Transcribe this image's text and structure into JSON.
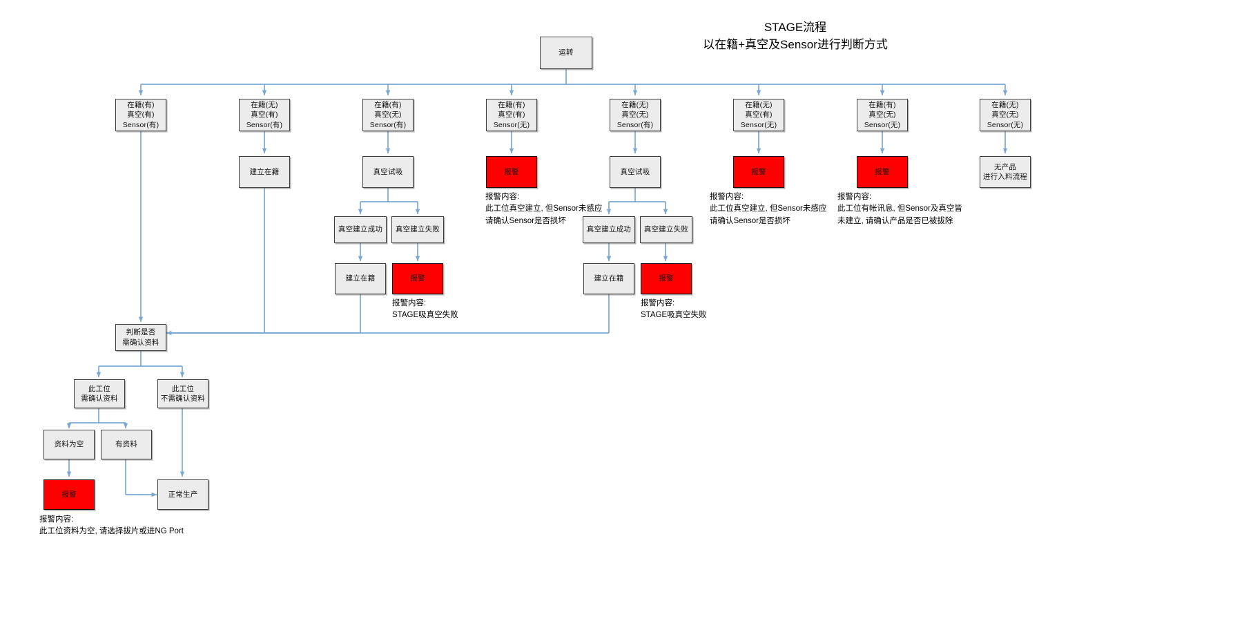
{
  "diagram": {
    "title_line1": "STAGE流程",
    "title_line2": "以在籍+真空及Sensor进行判断方式",
    "colors": {
      "node_fill": "#ececec",
      "node_border": "#3d3d3d",
      "alarm_fill": "#fe0000",
      "connector": "#7aa8d2",
      "text": "#111111"
    },
    "nodes": {
      "root": "运转",
      "cond1": "在籍(有)\n真空(有)\nSensor(有)",
      "cond2": "在籍(无)\n真空(有)\nSensor(有)",
      "cond3": "在籍(有)\n真空(无)\nSensor(有)",
      "cond4": "在籍(有)\n真空(有)\nSensor(无)",
      "cond5": "在籍(无)\n真空(无)\nSensor(有)",
      "cond6": "在籍(无)\n真空(有)\nSensor(无)",
      "cond7": "在籍(有)\n真空(无)\nSensor(无)",
      "cond8": "在籍(无)\n真空(无)\nSensor(无)",
      "b2_setup": "建立在籍",
      "b3_trysuck": "真空试吸",
      "b4_alarm": "报警",
      "b5_trysuck": "真空试吸",
      "b6_alarm": "报警",
      "b7_alarm": "报警",
      "b8_noproduct": "无产品\n进行入料流程",
      "b3_vac_ok": "真空建立成功",
      "b3_vac_fail": "真空建立失败",
      "b3_setup": "建立在籍",
      "b3_alarm": "报警",
      "b5_vac_ok": "真空建立成功",
      "b5_vac_fail": "真空建立失败",
      "b5_setup": "建立在籍",
      "b5_alarm": "报警",
      "judge": "判断是否\n需确认资料",
      "need_confirm": "此工位\n需确认资料",
      "no_need_confirm": "此工位\n不需确认资料",
      "data_empty": "资料为空",
      "data_present": "有资料",
      "final_alarm": "报警",
      "normal_prod": "正常生产"
    },
    "notes": {
      "note_b4": "报警内容:\n此工位真空建立, 但Sensor未感应\n请确认Sensor是否损坏",
      "note_b6": "报警内容:\n此工位真空建立, 但Sensor未感应\n请确认Sensor是否损坏",
      "note_b7": "报警内容:\n此工位有帐讯息, 但Sensor及真空皆\n未建立, 请确认产品是否已被拔除",
      "note_b3_alarm": "报警内容:\nSTAGE吸真空失败",
      "note_b5_alarm": "报警内容:\nSTAGE吸真空失败",
      "note_final_alarm": "报警内容:\n此工位资料为空, 请选择拔片或进NG Port"
    }
  }
}
